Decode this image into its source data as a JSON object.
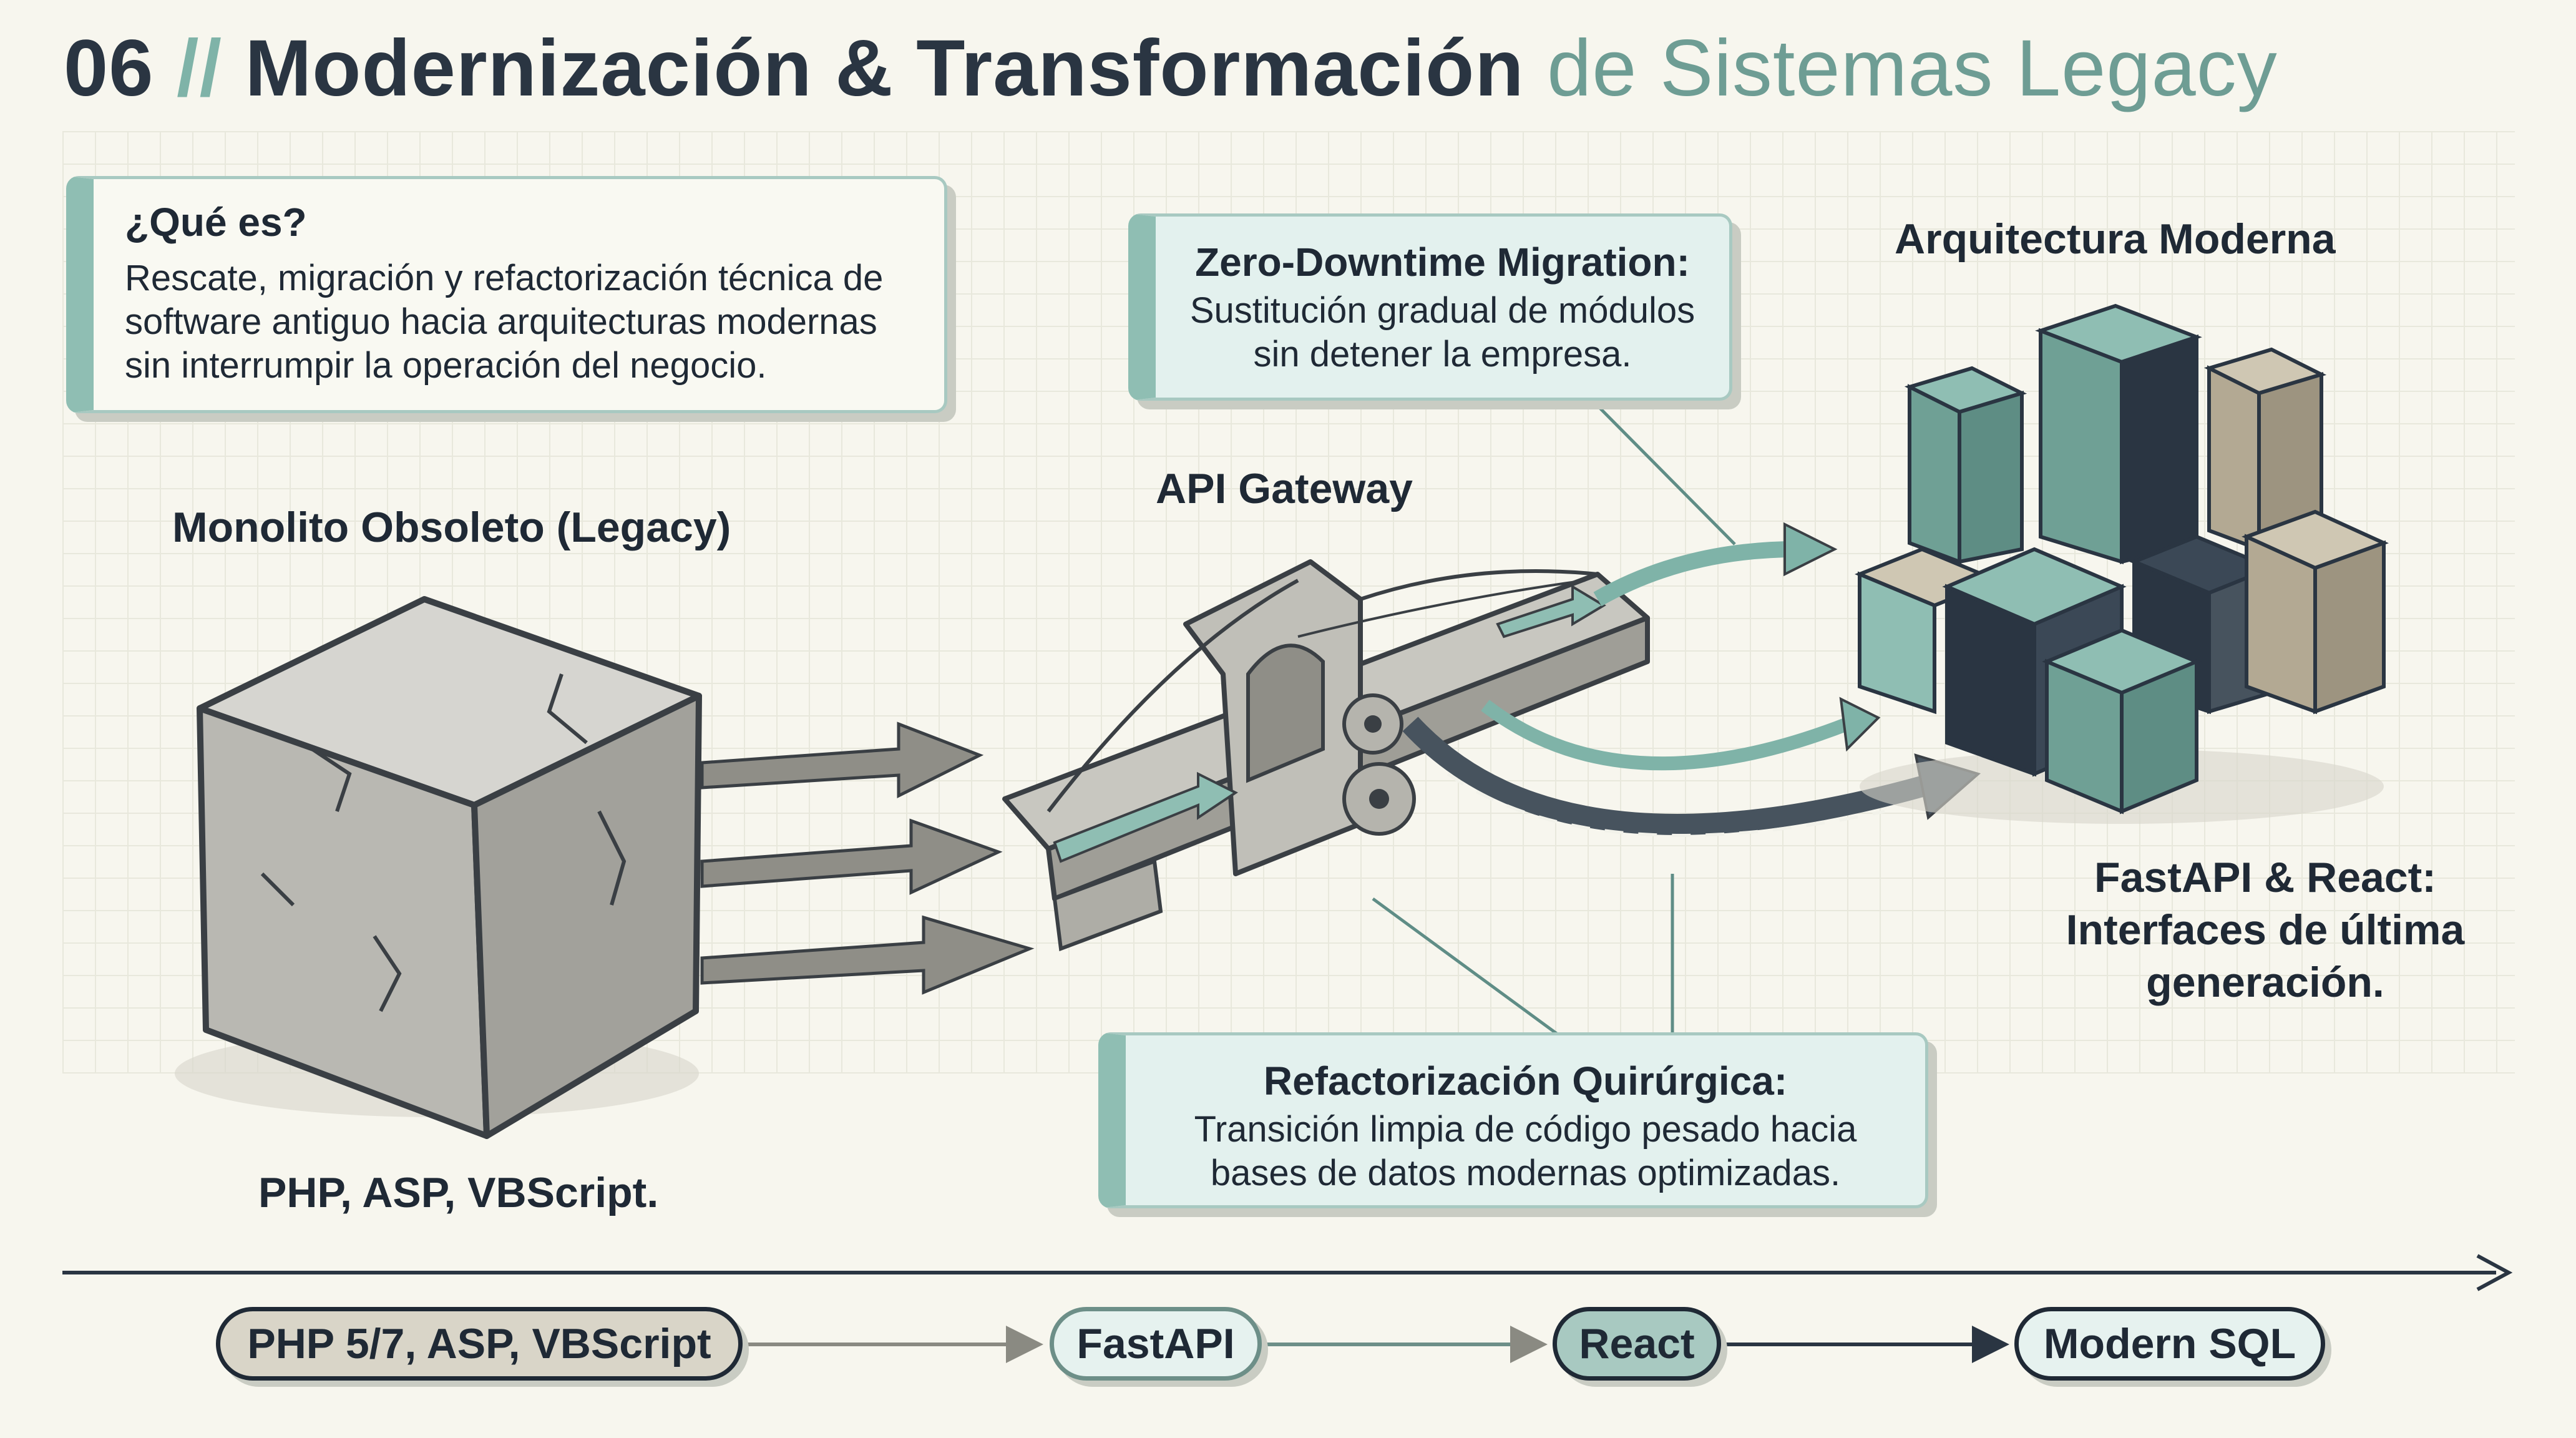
{
  "title": {
    "number": "06",
    "slashes": "//",
    "main": "Modernización & Transformación",
    "accent": "de Sistemas Legacy"
  },
  "que_es": {
    "heading": "¿Qué es?",
    "lines": [
      "Rescate, migración y refactorización técnica de",
      "software antiguo hacia arquitecturas modernas",
      "sin interrumpir la operación del negocio."
    ]
  },
  "zero_downtime": {
    "heading": "Zero-Downtime Migration:",
    "lines": [
      "Sustitución gradual de módulos",
      "sin detener la empresa."
    ]
  },
  "refactorizacion": {
    "heading": "Refactorización Quirúrgica:",
    "lines": [
      "Transición limpia de código pesado hacia",
      "bases de datos modernas optimizadas."
    ]
  },
  "labels": {
    "monolito": "Monolito Obsoleto (Legacy)",
    "api_gateway": "API Gateway",
    "arquitectura": "Arquitectura Moderna",
    "legacy_tech": "PHP, ASP, VBScript.",
    "modern_tech": [
      "FastAPI & React:",
      "Interfaces de última",
      "generación."
    ]
  },
  "timeline": [
    "PHP 5/7, ASP, VBScript",
    "FastAPI",
    "React",
    "Modern SQL"
  ],
  "colors": {
    "teal": "#8fbeb3",
    "dark_navy": "#2a3542",
    "beige": "#c9c1ad",
    "stone": "#b9b8b2"
  }
}
